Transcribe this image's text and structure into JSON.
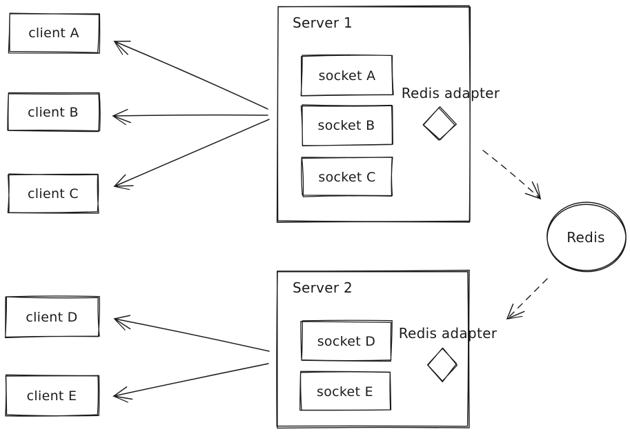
{
  "colors": {
    "ink": "#1b1b1b",
    "background": "#ffffff"
  },
  "clients": [
    {
      "label": "client A"
    },
    {
      "label": "client B"
    },
    {
      "label": "client C"
    },
    {
      "label": "client D"
    },
    {
      "label": "client E"
    }
  ],
  "servers": [
    {
      "title": "Server 1",
      "adapter_label": "Redis adapter",
      "sockets": [
        {
          "label": "socket A"
        },
        {
          "label": "socket B"
        },
        {
          "label": "socket C"
        }
      ]
    },
    {
      "title": "Server 2",
      "adapter_label": "Redis adapter",
      "sockets": [
        {
          "label": "socket D"
        },
        {
          "label": "socket E"
        }
      ]
    }
  ],
  "redis": {
    "label": "Redis"
  },
  "connections": [
    {
      "from": "Server 1",
      "to": "client A",
      "style": "solid-arrow"
    },
    {
      "from": "Server 1",
      "to": "client B",
      "style": "solid-arrow"
    },
    {
      "from": "Server 1",
      "to": "client C",
      "style": "solid-arrow"
    },
    {
      "from": "Server 2",
      "to": "client D",
      "style": "solid-arrow"
    },
    {
      "from": "Server 2",
      "to": "client E",
      "style": "solid-arrow"
    },
    {
      "from": "Server 1 Redis adapter",
      "to": "Redis",
      "style": "dashed-arrow"
    },
    {
      "from": "Redis",
      "to": "Server 2 Redis adapter",
      "style": "dashed-arrow"
    }
  ]
}
